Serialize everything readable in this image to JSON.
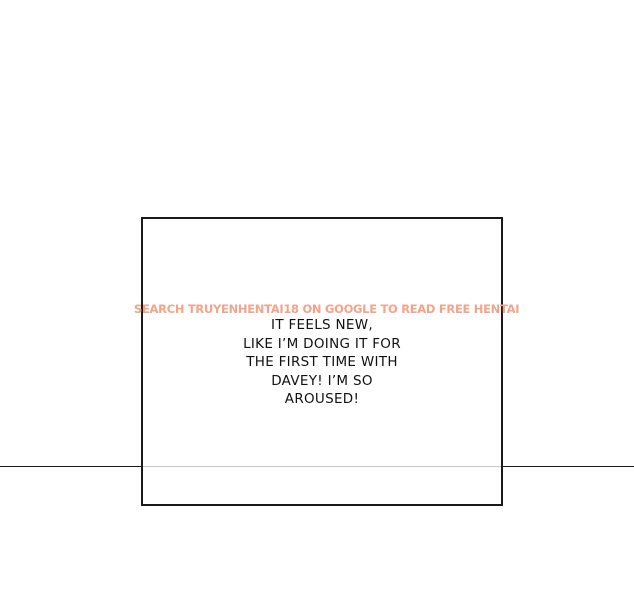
{
  "watermark": {
    "text": "SEARCH TRUYENHENTAI18 ON GOOGLE TO READ FREE HENTAI",
    "color": "#f2a48a"
  },
  "caption": {
    "lines": [
      "IT FEELS NEW,",
      "LIKE I’M DOING IT FOR",
      "THE FIRST TIME WITH",
      "DAVEY! I’M SO",
      "AROUSED!"
    ]
  }
}
